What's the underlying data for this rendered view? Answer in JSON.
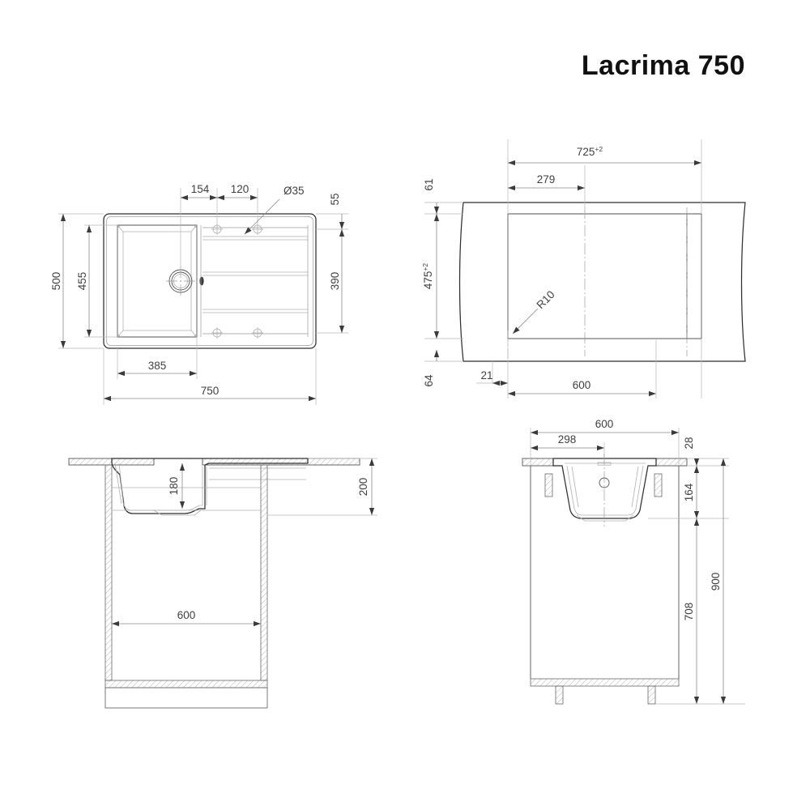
{
  "document": {
    "title": "Lacrima 750",
    "type": "technical-drawing",
    "product": "kitchen sink",
    "units": "mm"
  },
  "views": {
    "plan": {
      "name": "top-view-sink-plan",
      "dimensions": {
        "overall_width": "750",
        "overall_height": "500",
        "bowl_height": "455",
        "bowl_width": "385",
        "tap_hole_offset_1": "154",
        "tap_hole_spacing": "120",
        "tap_hole_diameter": "Ø35",
        "top_edge": "55",
        "drain_board_height": "390"
      }
    },
    "cutout": {
      "name": "cutout-template-view",
      "dimensions": {
        "cutout_width": "725",
        "cutout_width_tol": "+2",
        "cutout_height": "475",
        "cutout_height_tol": "+2",
        "offset_279": "279",
        "top_margin": "61",
        "bottom_margin": "64",
        "corner_radius": "R10",
        "edge_21": "21",
        "cabinet_width": "600"
      }
    },
    "side_section": {
      "name": "side-section-view",
      "dimensions": {
        "bowl_depth": "180",
        "total_drop": "200",
        "cabinet_width": "600"
      }
    },
    "front_section": {
      "name": "front-section-view",
      "dimensions": {
        "cabinet_width": "600",
        "drain_offset": "298",
        "counter_thickness": "28",
        "bowl_depth": "164",
        "under_height": "708",
        "total_height": "900"
      }
    }
  },
  "colors": {
    "outline": "#2f2f2f",
    "dimension": "#8a8a8a",
    "extension": "#b9b9b9",
    "text": "#3f3f3f",
    "title": "#111111",
    "background": "#ffffff"
  }
}
